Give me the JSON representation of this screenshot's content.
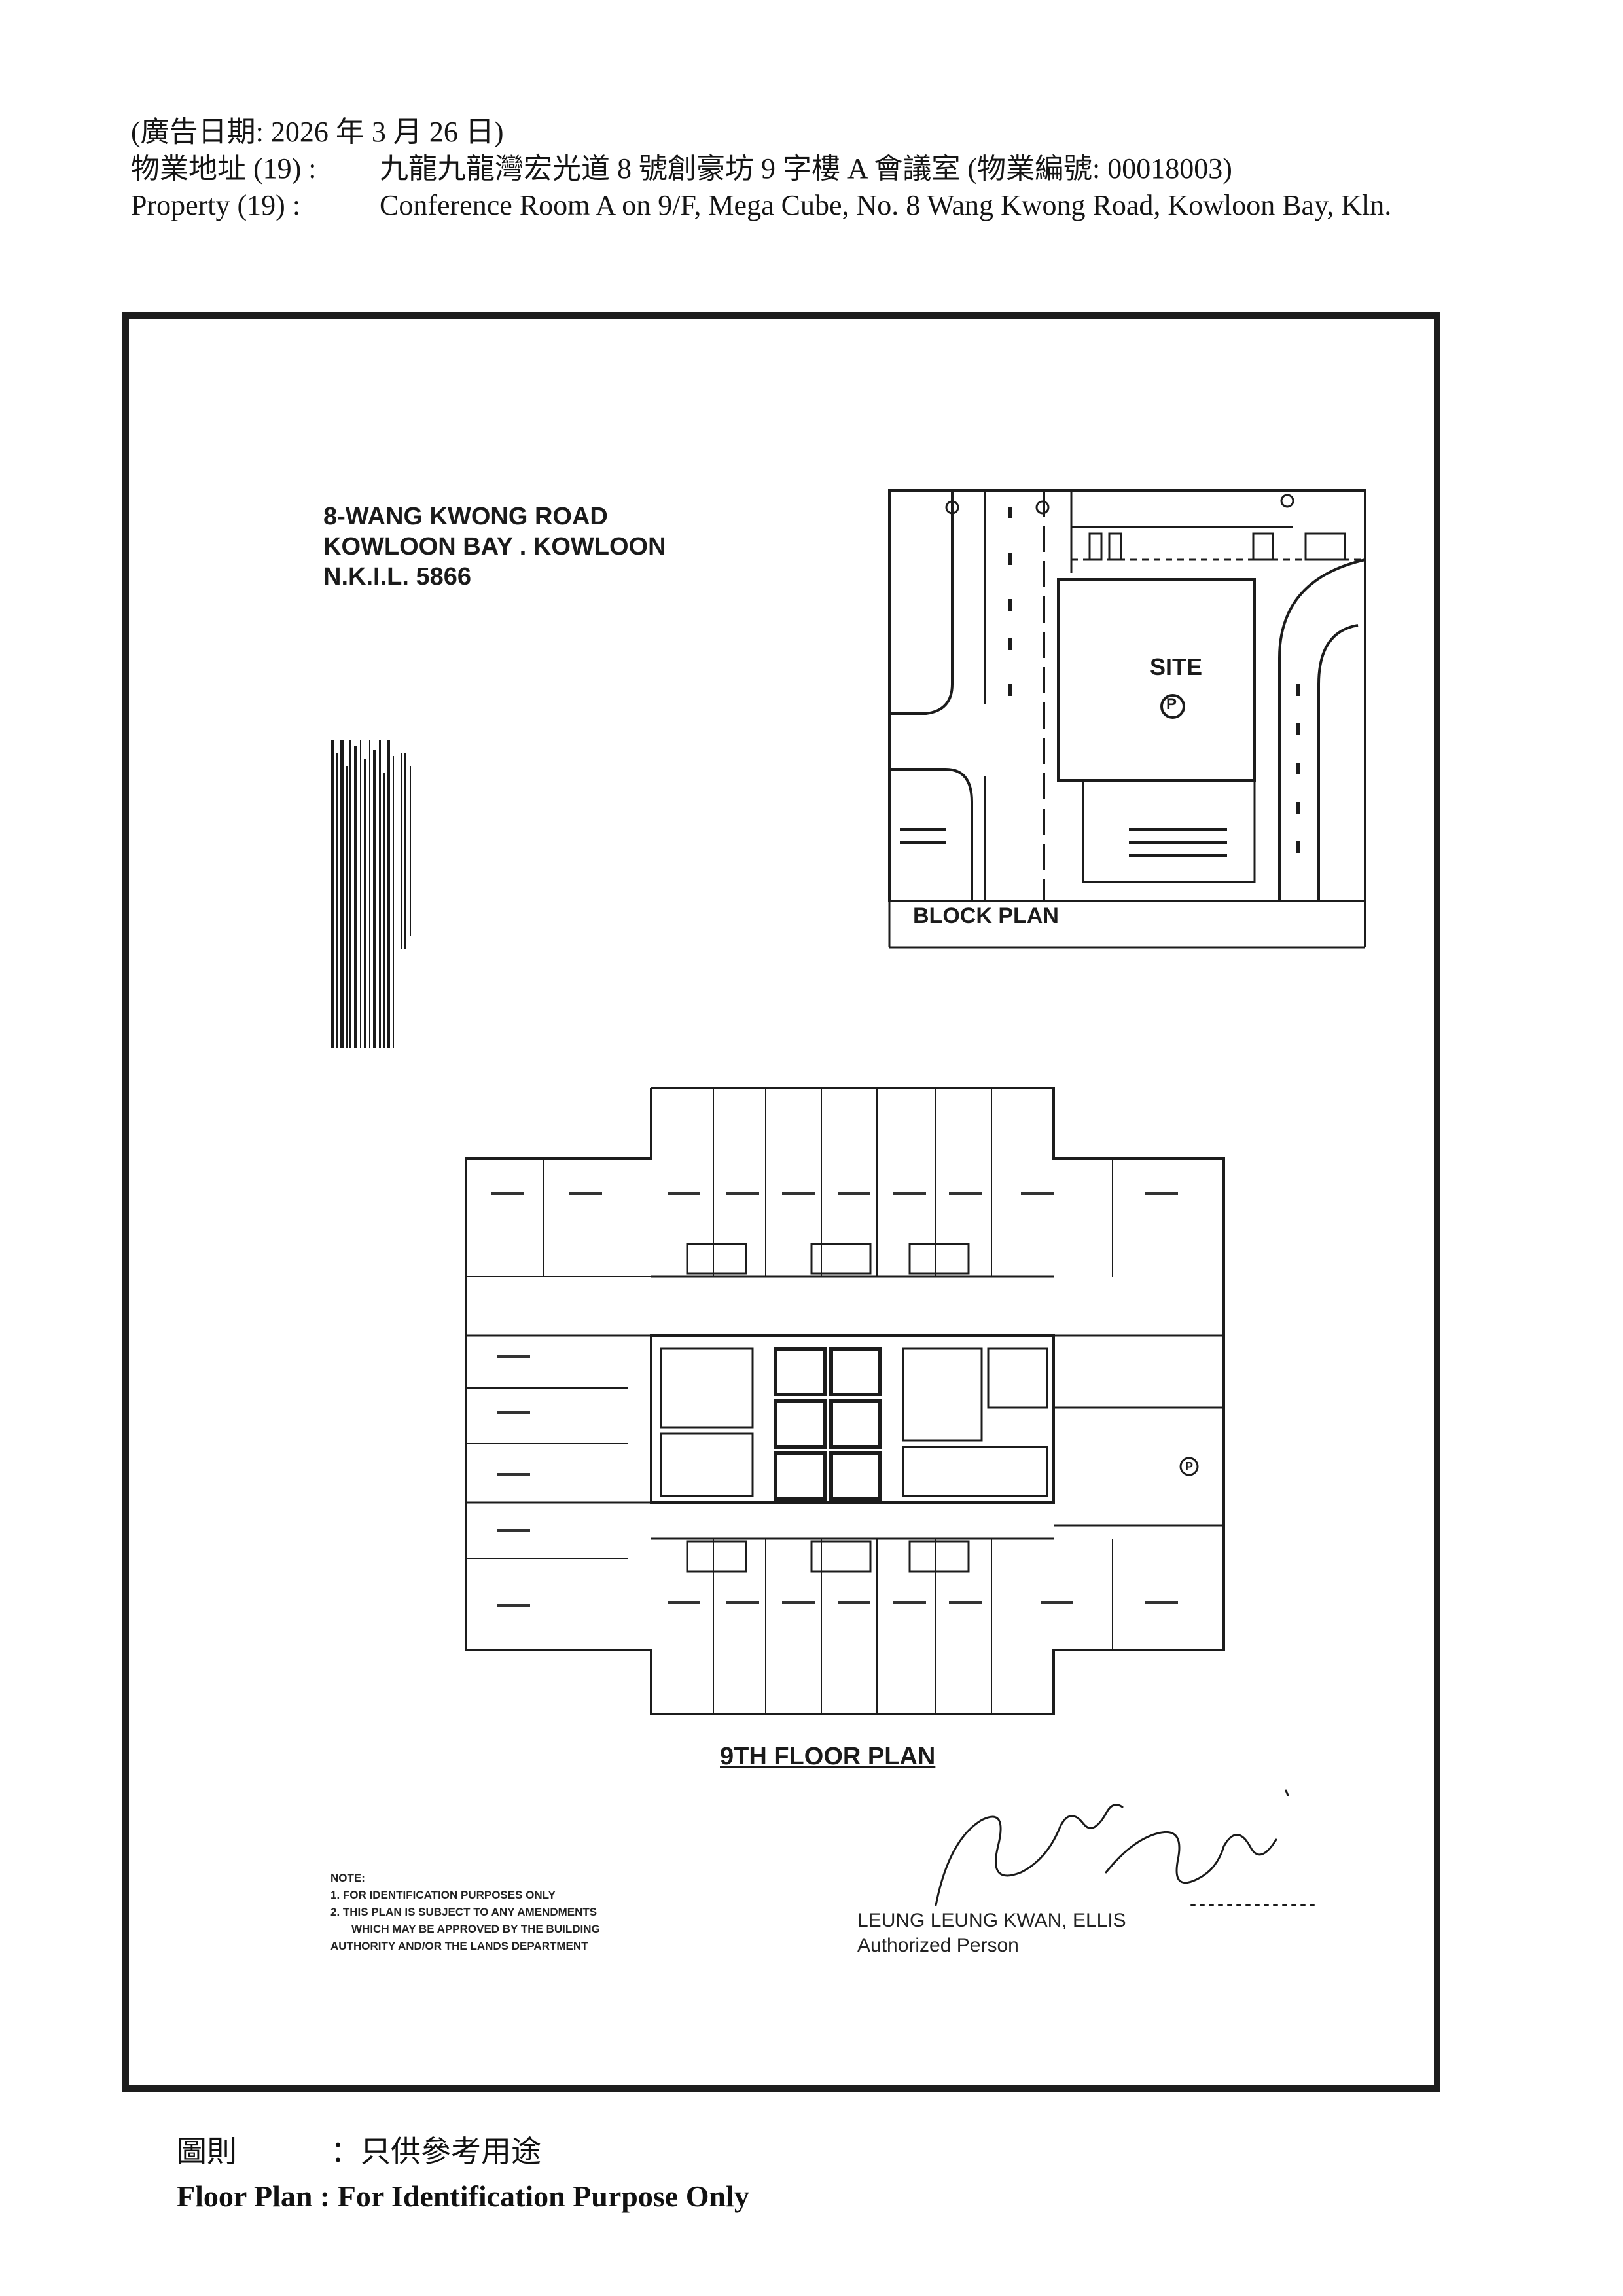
{
  "header": {
    "line1": "(廣告日期:   2026 年 3 月 26 日)",
    "line2_label": "物業地址  (19) :",
    "line2_value": "九龍九龍灣宏光道 8 號創豪坊 9 字樓 A 會議室  (物業編號: 00018003)",
    "line3_label": "Property    (19) :",
    "line3_value": "Conference Room A on 9/F, Mega Cube, No. 8 Wang Kwong Road, Kowloon Bay, Kln."
  },
  "address": {
    "line1": "8-WANG KWONG ROAD",
    "line2": "KOWLOON BAY . KOWLOON",
    "line3": "N.K.I.L. 5866"
  },
  "block_plan": {
    "title": "BLOCK PLAN",
    "site_label": "SITE",
    "parking_symbol": "P"
  },
  "floor_plan": {
    "title": "9TH FLOOR PLAN",
    "parking_symbol": "P"
  },
  "notes": {
    "heading": "NOTE:",
    "item1": "1.  FOR IDENTIFICATION PURPOSES ONLY",
    "item2_a": "2.  THIS PLAN IS SUBJECT TO ANY AMENDMENTS",
    "item2_b": "WHICH MAY BE APPROVED BY THE BUILDING",
    "item2_c": "AUTHORITY AND/OR THE LANDS DEPARTMENT"
  },
  "signatory": {
    "name": "LEUNG LEUNG KWAN, ELLIS",
    "title": "Authorized Person"
  },
  "footer": {
    "zh_label": "圖則",
    "zh_value": "：只供參考用途",
    "en": "Floor Plan : For Identification Purpose Only"
  }
}
